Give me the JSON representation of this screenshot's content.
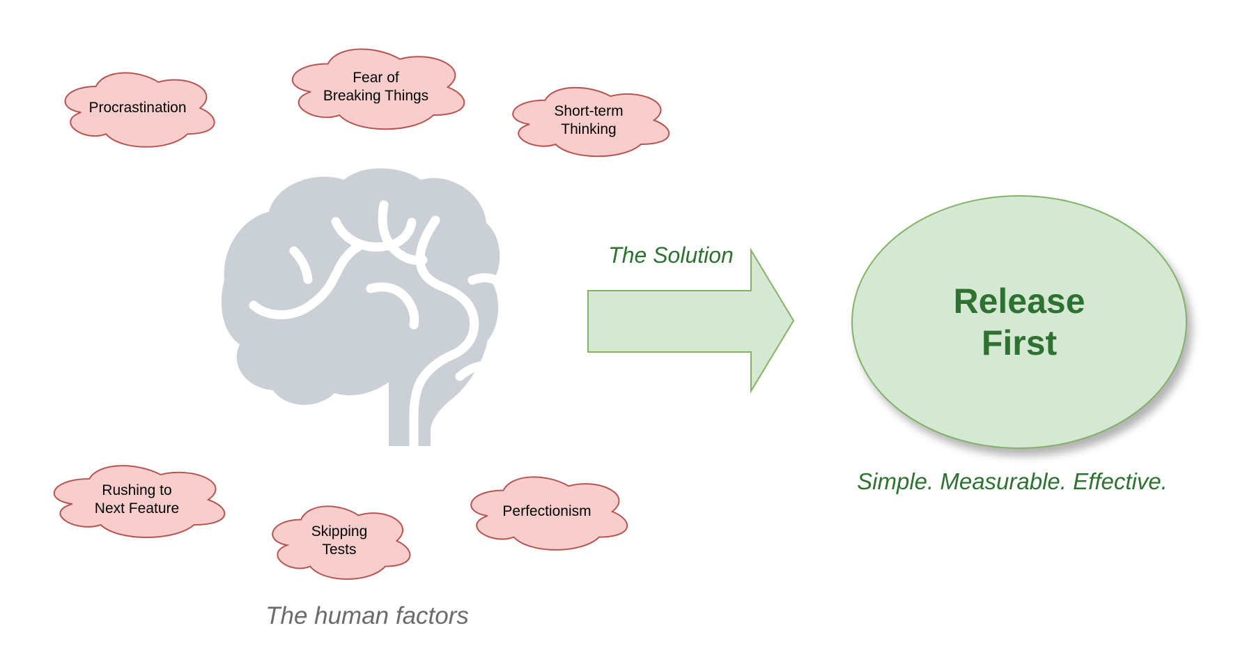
{
  "diagram": {
    "human_factors": {
      "caption": "The human factors",
      "clouds": [
        {
          "label": "Procrastination"
        },
        {
          "label": "Fear of\nBreaking Things"
        },
        {
          "label": "Short-term\nThinking"
        },
        {
          "label": "Rushing to\nNext Feature"
        },
        {
          "label": "Skipping\nTests"
        },
        {
          "label": "Perfectionism"
        }
      ],
      "center_icon": "brain-icon"
    },
    "solution": {
      "label": "The Solution",
      "result_title": "Release\nFirst",
      "tagline": "Simple. Measurable. Effective."
    },
    "colors": {
      "cloud_fill": "#f8cecc",
      "cloud_stroke": "#b85450",
      "green_fill": "#d5e8d4",
      "green_stroke": "#82b366",
      "green_text": "#2d7230",
      "caption_text": "#6b6b6b",
      "brain_gray": "#cbd0d6"
    }
  }
}
